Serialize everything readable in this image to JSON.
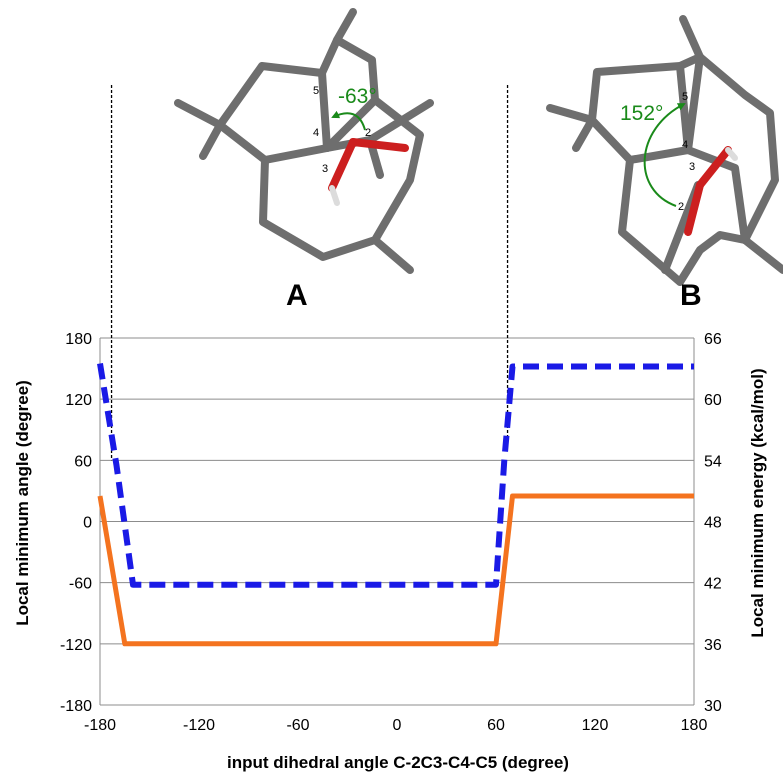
{
  "chart_data": {
    "type": "line",
    "xlabel": "input dihedral angle C-2C3-C4-C5 (degree)",
    "ylabel_left": "Local minimum angle (degree)",
    "ylabel_right": "Local minimum energy (kcal/mol)",
    "xlim": [
      -180,
      180
    ],
    "ylim_left": [
      -180,
      180
    ],
    "ylim_right": [
      30,
      66
    ],
    "x_ticks": [
      "-180",
      "-120",
      "-60",
      "0",
      "60",
      "120",
      "180"
    ],
    "y_left_ticks": [
      "180",
      "120",
      "60",
      "0",
      "-60",
      "-120",
      "-180"
    ],
    "y_right_ticks": [
      "66",
      "60",
      "54",
      "48",
      "42",
      "36",
      "30"
    ],
    "grid": true,
    "series": [
      {
        "axis": "left",
        "color": "#1a1ae6",
        "style": "dashed",
        "x": [
          -180,
          -170,
          -160,
          60,
          65,
          70,
          80,
          180
        ],
        "y": [
          155,
          55,
          -62,
          -62,
          60,
          152,
          152,
          152
        ]
      },
      {
        "axis": "right",
        "color": "#f4731f",
        "style": "solid",
        "x": [
          -180,
          -165,
          60,
          70,
          80,
          180
        ],
        "y": [
          50.5,
          36,
          36,
          50.5,
          50.5,
          50.5
        ]
      }
    ],
    "reference_lines_x": [
      -173,
      67
    ]
  },
  "structures": {
    "A": {
      "label": "A",
      "angle_label": "-63°",
      "atoms": [
        "5",
        "4",
        "2",
        "3"
      ]
    },
    "B": {
      "label": "B",
      "angle_label": "152°",
      "atoms": [
        "5",
        "4",
        "3",
        "2"
      ]
    }
  },
  "colors": {
    "bond": "#6e6e6e",
    "oxygen": "#cc1f1f",
    "hydrogen": "#f2f2f2",
    "arrow": "#1a8a1a",
    "grid": "#8c8c8c"
  }
}
